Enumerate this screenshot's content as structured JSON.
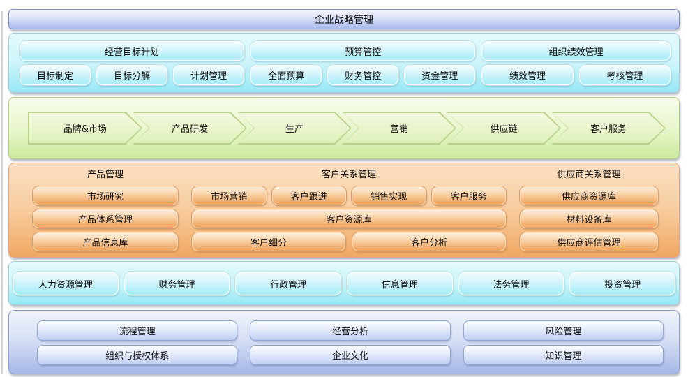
{
  "title": "企业战略管理",
  "strategy_row": {
    "groups": [
      {
        "header": "经营目标计划",
        "items": [
          "目标制定",
          "目标分解",
          "计划管理"
        ]
      },
      {
        "header": "预算管控",
        "items": [
          "全面预算",
          "财务管控",
          "资金管理"
        ]
      },
      {
        "header": "组织绩效管理",
        "items": [
          "绩效管理",
          "考核管理"
        ]
      }
    ]
  },
  "value_chain": {
    "steps": [
      "品牌&市场",
      "产品研发",
      "生产",
      "营销",
      "供应链",
      "客户服务"
    ]
  },
  "core_business": {
    "columns": [
      {
        "title": "产品管理",
        "rows": [
          [
            "市场研究"
          ],
          [
            "产品体系管理"
          ],
          [
            "产品信息库"
          ]
        ]
      },
      {
        "title": "客户关系管理",
        "rows": [
          [
            "市场营销",
            "客户跟进",
            "销售实现",
            "客户服务"
          ],
          [
            "客户资源库"
          ],
          [
            "客户细分",
            "客户分析"
          ]
        ]
      },
      {
        "title": "供应商关系管理",
        "rows": [
          [
            "供应商资源库"
          ],
          [
            "材料设备库"
          ],
          [
            "供应商评估管理"
          ]
        ]
      }
    ]
  },
  "support_row": {
    "items": [
      "人力资源管理",
      "财务管理",
      "行政管理",
      "信息管理",
      "法务管理",
      "投资管理"
    ]
  },
  "foundation": {
    "rows": [
      [
        "流程管理",
        "经营分析",
        "风险管理"
      ],
      [
        "组织与授权体系",
        "企业文化",
        "知识管理"
      ]
    ]
  },
  "colors": {
    "top_bar_gradient_bottom": "#aab9ed",
    "cyan_band": "#96e8f5",
    "green_band": "#cdea9e",
    "orange_band": "#f0a864",
    "periwinkle_band": "#a5b8e8",
    "text": "#0a0a0a"
  }
}
